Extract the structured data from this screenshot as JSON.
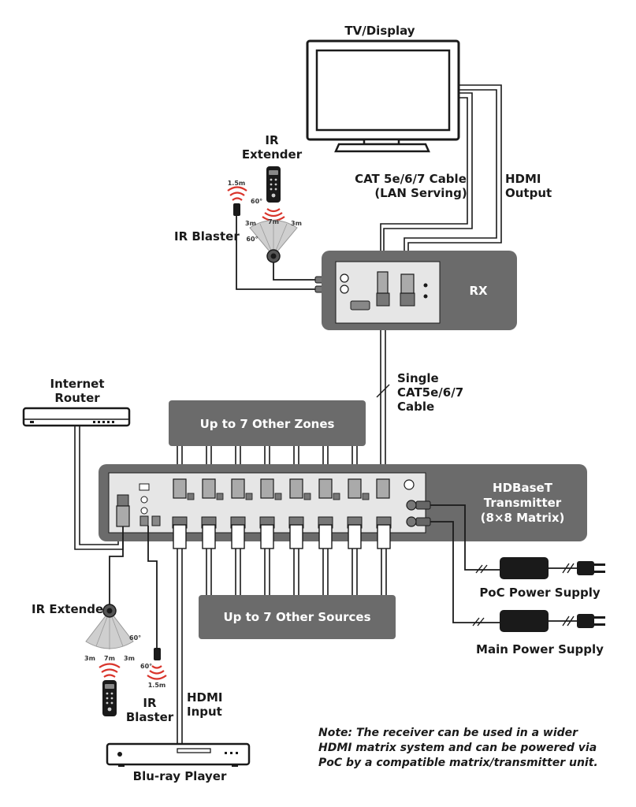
{
  "labels": {
    "tv_display": "TV/Display",
    "ir_extender_top_1": "IR",
    "ir_extender_top_2": "Extender",
    "ir_blaster_top": "IR Blaster",
    "cat_cable_1": "CAT 5e/6/7 Cable",
    "cat_cable_2": "(LAN Serving)",
    "hdmi_output_1": "HDMI",
    "hdmi_output_2": "Output",
    "rx": "RX",
    "internet_router_1": "Internet",
    "internet_router_2": "Router",
    "single_cable_1": "Single",
    "single_cable_2": "CAT5e/6/7",
    "single_cable_3": "Cable",
    "other_zones": "Up to 7 Other Zones",
    "transmitter_1": "HDBaseT",
    "transmitter_2": "Transmitter",
    "transmitter_3": "(8×8 Matrix)",
    "poc_power": "PoC Power Supply",
    "main_power": "Main Power Supply",
    "other_sources": "Up to 7 Other Sources",
    "ir_extender_bottom": "IR Extender",
    "ir_blaster_bottom_1": "IR",
    "ir_blaster_bottom_2": "Blaster",
    "hdmi_input_1": "HDMI",
    "hdmi_input_2": "Input",
    "bluray": "Blu-ray Player",
    "note_1": "Note: The receiver can be used in a wider",
    "note_2": "HDMI matrix system and can be powered via",
    "note_3": "PoC by a compatible matrix/transmitter unit."
  },
  "ir_specs": {
    "dist_a": "1.5m",
    "angle_a": "60°",
    "dist_3m": "3m",
    "dist_7m": "7m",
    "angle_b": "60°"
  },
  "colors": {
    "box_gray": "#6b6b6b",
    "panel_gray": "#e6e6e6",
    "cable": "#1a1a1a",
    "ir_red": "#d9342b"
  }
}
